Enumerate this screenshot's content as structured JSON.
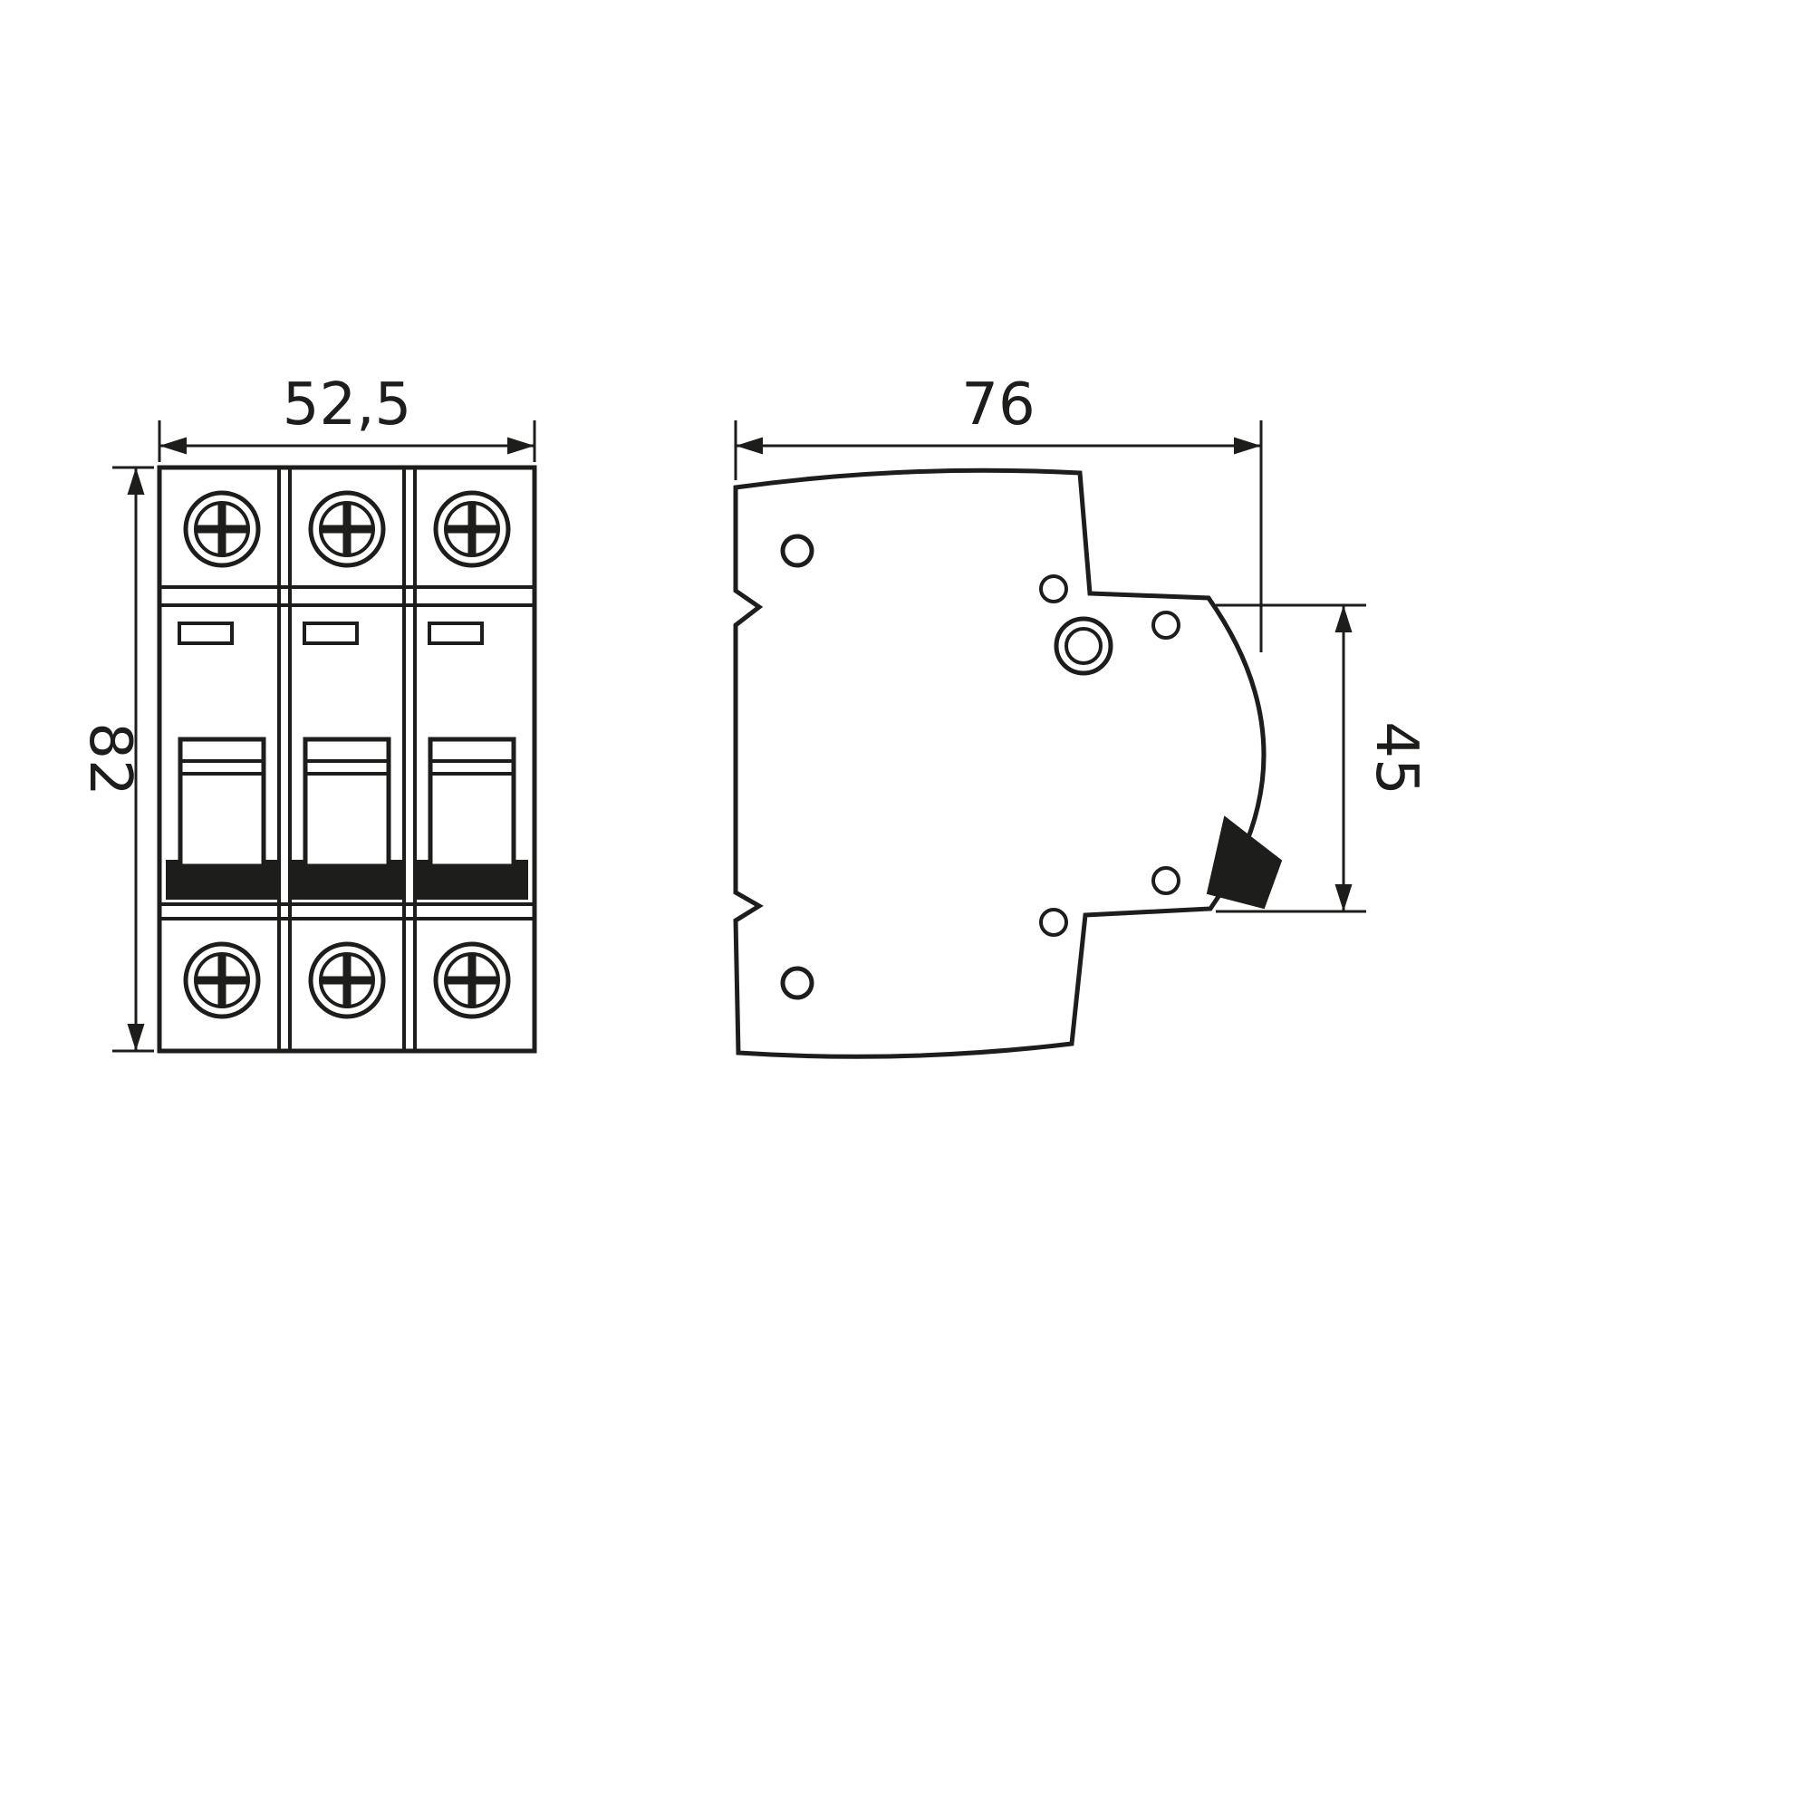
{
  "drawing": {
    "front_view": {
      "width": "52,5",
      "height": "82"
    },
    "side_view": {
      "depth": "76",
      "face_height": "45"
    }
  },
  "colors": {
    "line": "#1d1d1b",
    "background": "#ffffff"
  }
}
